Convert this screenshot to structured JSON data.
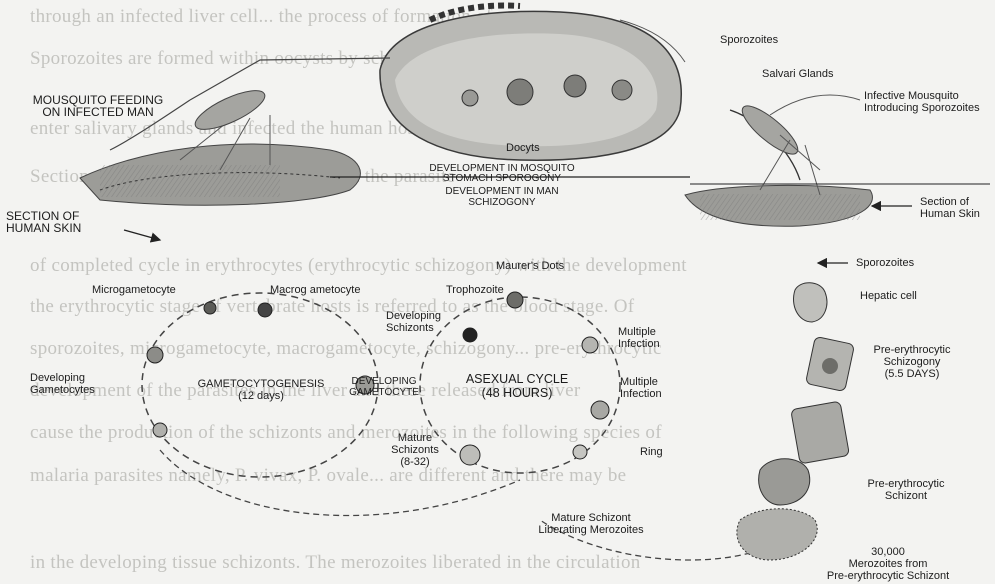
{
  "background_text": [
    "through an infected liver cell... the process of formation of",
    "Sporozoites are formed within oocysts by schizogony. These sporozoites",
    "enter salivary glands and infected the human host and release of merozoites",
    "Section of human skin is shown, in which the parasite",
    "of completed cycle in erythrocytes (erythrocytic schizogony) with the development",
    "the erythrocytic stage of vertebrate hosts is referred to as the blood stage. Of",
    "sporozoites, microgametocyte, macrogametocyte, schizogony... pre-erythrocytic",
    "development of the parasites in the liver and these released from liver",
    "cause the production of the schizonts and merozoites in the following species of",
    "malaria parasites namely, P. vivax, P. ovale... are different and there may be",
    "in the developing tissue schizonts. The merozoites liberated in the circulation"
  ],
  "labels": {
    "mosquito_feeding": "MOUSQUITO FEEDING\nON INFECTED MAN",
    "sporozoites_top": "Sporozoites",
    "salivary_glands": "Salvari Glands",
    "infective_mosquito": "Infective Mousquito\nIntroducing Sporozoites",
    "oocysts": "Docyts",
    "dev_mosquito": "DEVELOPMENT IN MOSQUITO",
    "sporogony": "STOMACH SPOROGONY",
    "dev_man": "DEVELOPMENT IN MAN",
    "schizogony": "SCHIZOGONY",
    "section_skin_left": "SECTION OF\nHUMAN SKIN",
    "section_skin_right": "Section of\nHuman Skin",
    "maurers_dots": "Maurer's Dots",
    "sporozoites_right": "Sporozoites",
    "microgametocyte": "Microgametocyte",
    "macrogametocyte": "Macrog ametocyte",
    "trophozoite": "Trophozoite",
    "hepatic_cell": "Hepatic cell",
    "developing_schizonts": "Developing\nSchizonts",
    "multiple_infection_1": "Multiple\nInfection",
    "developing_gametocytes": "Developing\nGametocytes",
    "gametocytogenesis": "GAMETOCYTOGENESIS\n(12 days)",
    "developing_gametocyte": "DEVELOPING\nGAMETOCYTE",
    "asexual_cycle": "ASEXUAL CYCLE\n(48 HOURS)",
    "multiple_infection_2": "Multiple\nInfection",
    "pre_erythrocytic_schizogony": "Pre-erythrocytic\nSchizogony\n(5.5 DAYS)",
    "mature_schizonts": "Mature\nSchizonts\n(8-32)",
    "ring": "Ring",
    "pre_erythrocytic_schizont": "Pre-erythrocytic\nSchizont",
    "mature_schizont_liberating": "Mature Schizont\nLiberating Merozoites",
    "merozoites_count": "30,000\nMerozoites from\nPre-erythrocytic Schizont"
  },
  "colors": {
    "background": "#f3f3f1",
    "ink": "#1c1c1c",
    "faint_text": "#c4c4c0",
    "skin_shading": "#8a8a86"
  }
}
